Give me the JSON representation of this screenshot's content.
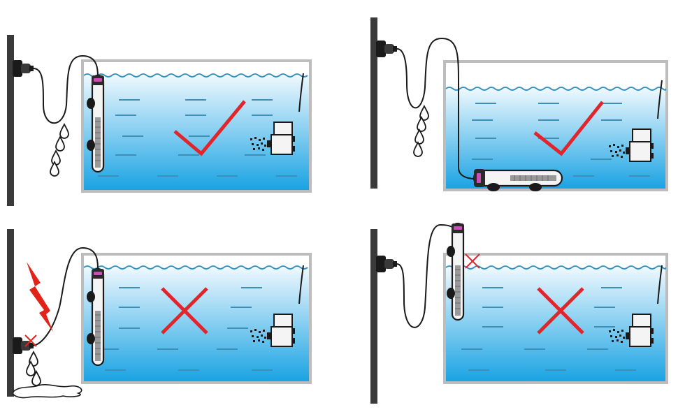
{
  "panels": [
    {
      "id": "correct-vertical",
      "verdict": "correct"
    },
    {
      "id": "correct-horizontal",
      "verdict": "correct"
    },
    {
      "id": "wrong-no-drip-loop",
      "verdict": "wrong"
    },
    {
      "id": "wrong-above-waterline",
      "verdict": "wrong"
    }
  ],
  "colors": {
    "wall": "#3a3a3a",
    "tank_frame": "#bdbdbd",
    "water_top": "#eef8fe",
    "water_bottom": "#1aa3e3",
    "dash": "#3d8fb8",
    "correct_mark": "#e0262b",
    "wrong_mark": "#e0262b",
    "lightning": "#e2231a",
    "heater_cap": "#c94fb4"
  },
  "icons": {
    "correct": "check-icon",
    "wrong": "cross-icon",
    "danger": "lightning-icon",
    "drip": "water-drop-icon"
  }
}
